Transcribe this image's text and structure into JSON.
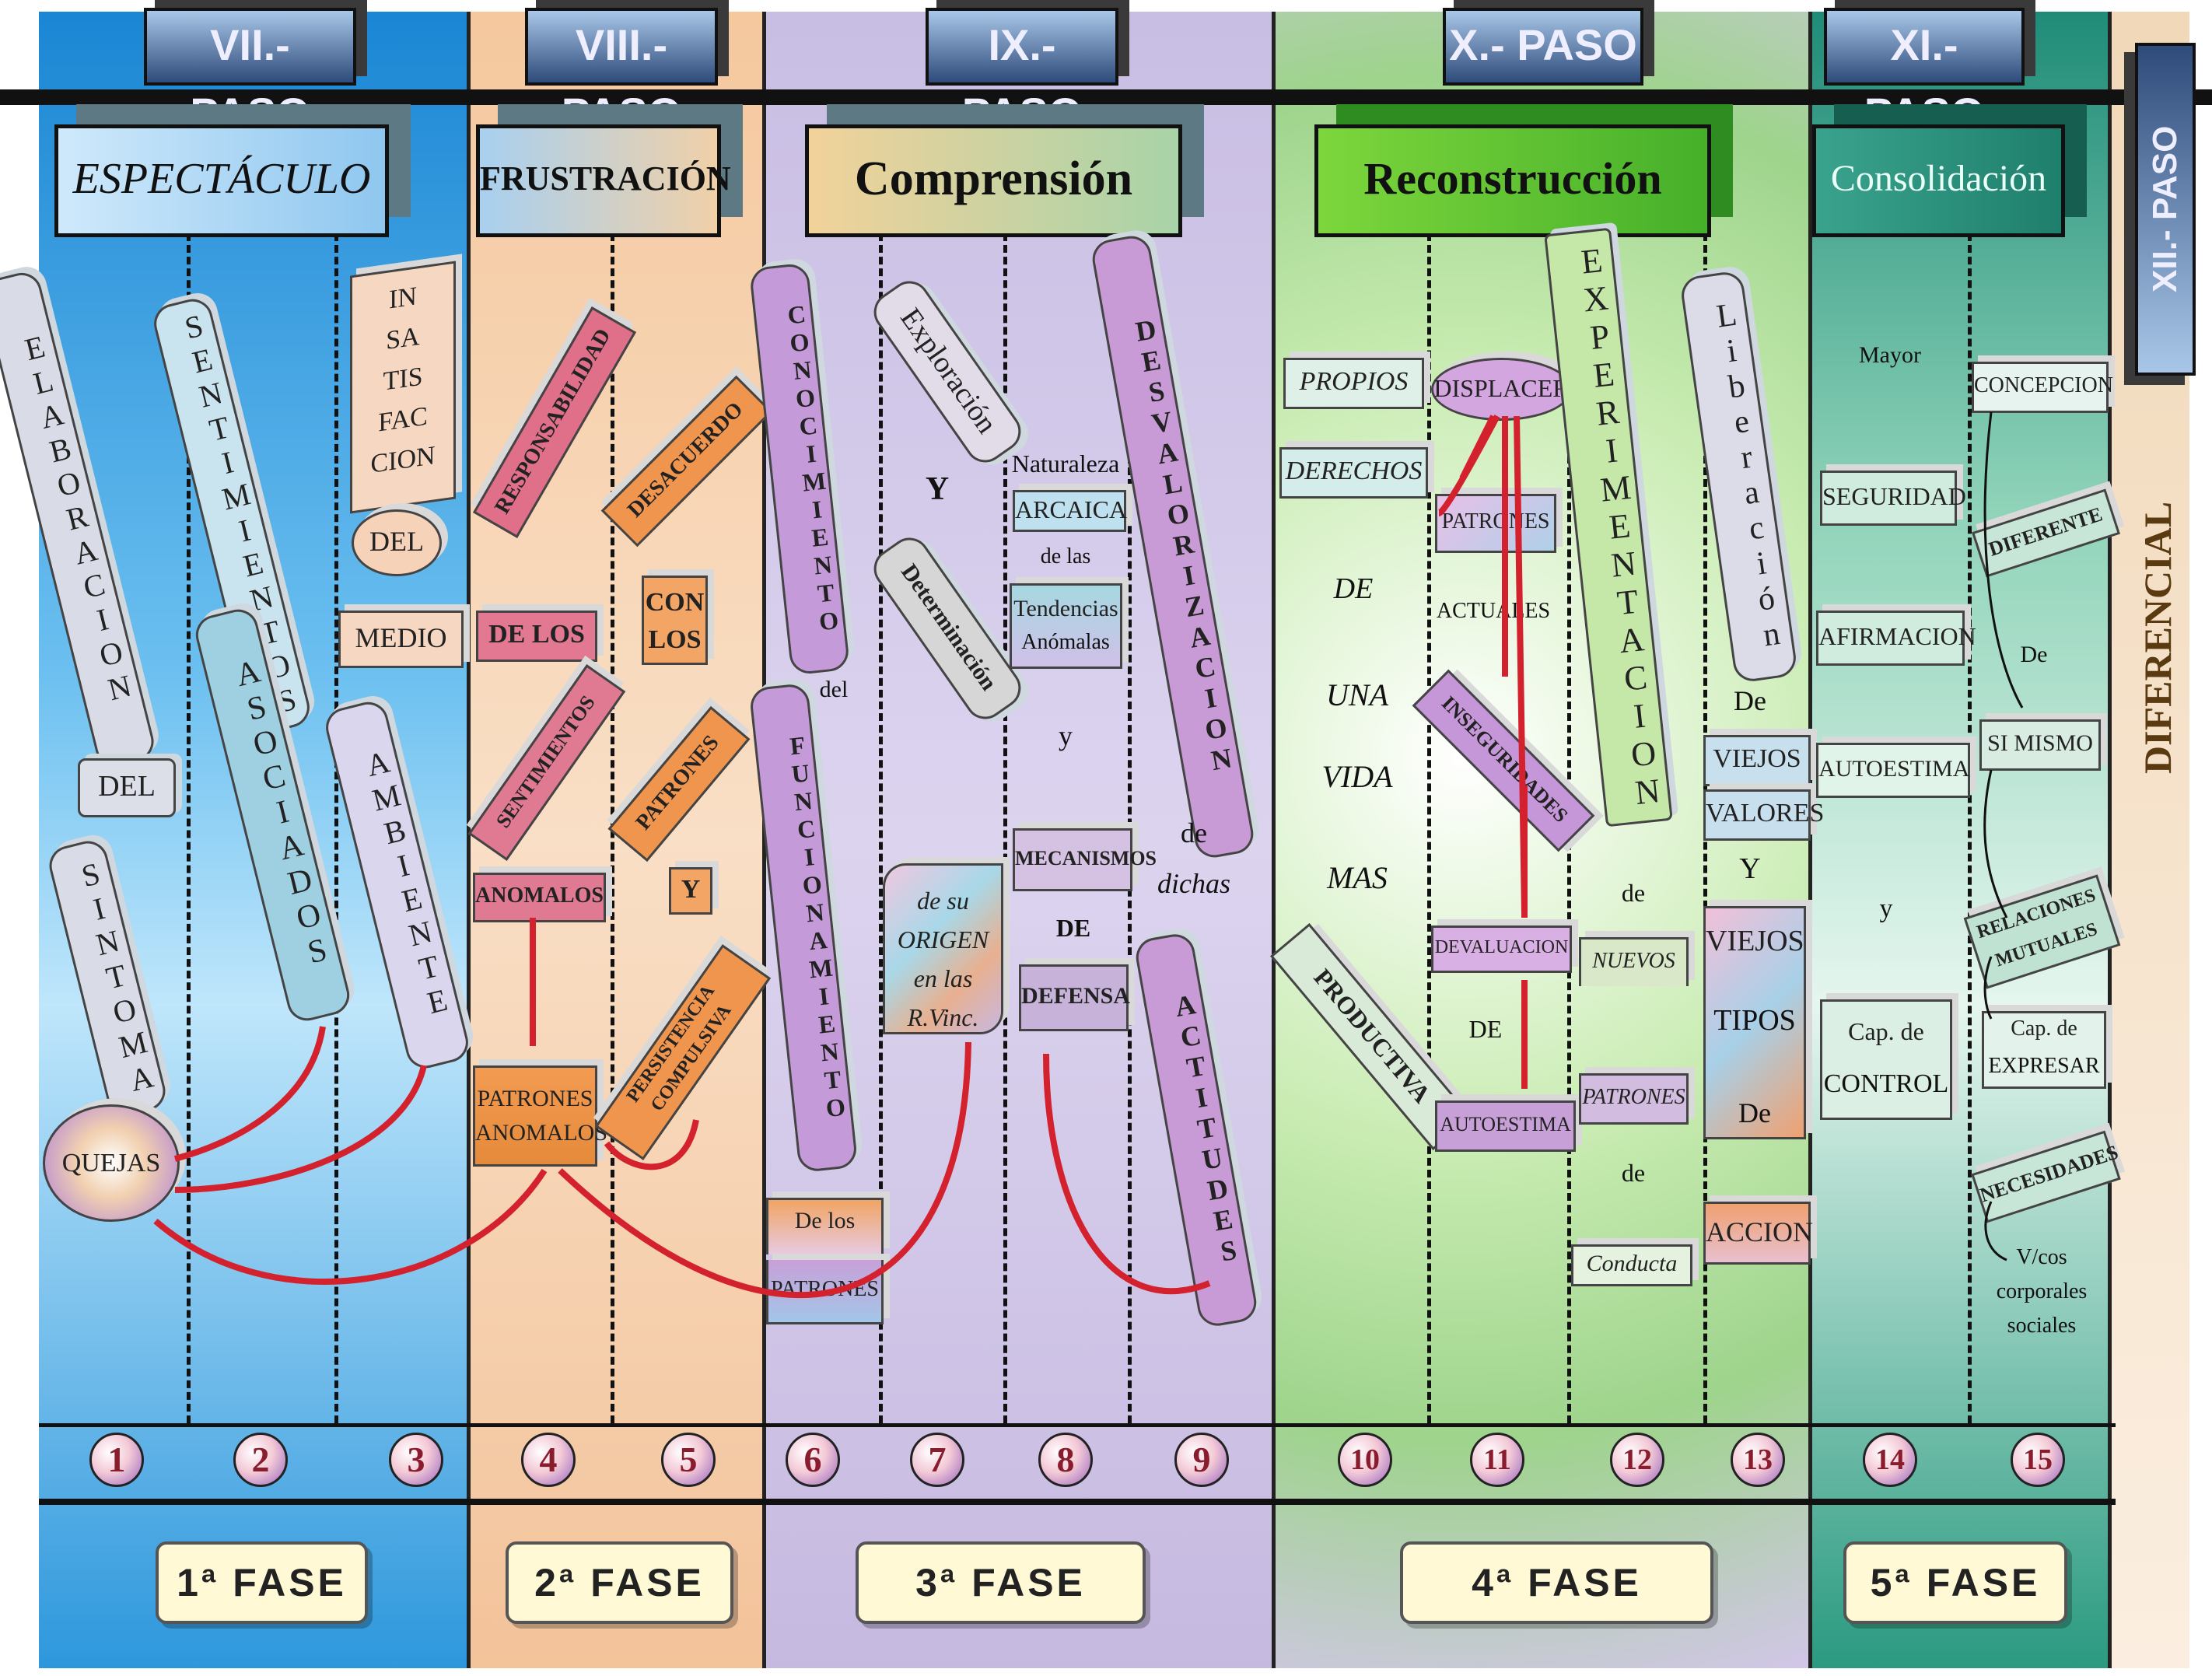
{
  "steps": [
    {
      "paso": "VII.- PASO",
      "stage": "ESPECTÁCULO"
    },
    {
      "paso": "VIII.- PASO",
      "stage": "FRUSTRACIÓN"
    },
    {
      "paso": "IX.- PASO",
      "stage": "Comprensión"
    },
    {
      "paso": "X.- PASO",
      "stage": "Reconstrucción"
    },
    {
      "paso": "XI.- PASO",
      "stage": "Consolidación"
    },
    {
      "paso": "XII.- PASO",
      "stage": "DIFERENCIAL"
    }
  ],
  "phases": [
    "1ª FASE",
    "2ª FASE",
    "3ª FASE",
    "4ª FASE",
    "5ª FASE"
  ],
  "numbers": [
    "1",
    "2",
    "3",
    "4",
    "5",
    "6",
    "7",
    "8",
    "9",
    "10",
    "11",
    "12",
    "13",
    "14",
    "15"
  ],
  "col1": {
    "elaboracion": "ELABORACION",
    "del": "DEL",
    "sintoma": "SINTOMA",
    "quejas": "QUEJAS"
  },
  "col2": {
    "sentimientos": "SENTIMIENTOS",
    "asociados": "ASOCIADOS"
  },
  "col3": {
    "insatisfaccion": "IN SA TIS FAC CION",
    "del": "DEL",
    "medio": "MEDIO",
    "ambiente": "AMBIENTE"
  },
  "col4": {
    "responsabilidad": "RESPONSABILIDAD",
    "de_los": "DE LOS",
    "sentimientos": "SENTIMIENTOS",
    "anomalos": "ANOMALOS",
    "patrones": "PATRONES ANOMALOS"
  },
  "col5": {
    "desacuerdo": "DESACUERDO",
    "con_los": "CON LOS",
    "patrones": "PATRONES",
    "y": "Y",
    "persistencia": "PERSISTENCIA COMPULSIVA"
  },
  "col6": {
    "conocimiento": "CONOCIMIENTO",
    "del": "del",
    "funcionamiento": "FUNCIONAMIENTO",
    "de_los": "De los",
    "patrones": "PATRONES"
  },
  "col7": {
    "exploracion": "Exploración",
    "y": "Y",
    "determinacion": "Determinación",
    "origen": "de su ORIGEN en las R.Vinc."
  },
  "col8": {
    "naturaleza": "Naturaleza",
    "arcaica": "ARCAICA",
    "de_las": "de las",
    "tendencias": "Tendencias",
    "anomalas": "Anómalas",
    "y": "y",
    "mecanismos": "MECANISMOS",
    "de": "DE",
    "defensa": "DEFENSA"
  },
  "col9": {
    "desvalorizacion": "DESVALORIZACION",
    "de": "de",
    "dichas": "dichas",
    "actitudes": "ACTITUDES"
  },
  "col10": {
    "propios": "PROPIOS",
    "derechos": "DERECHOS",
    "de": "DE",
    "una": "UNA",
    "vida": "VIDA",
    "mas": "MAS",
    "productiva": "PRODUCTIVA"
  },
  "col11": {
    "displacer": "DISPLACER",
    "patrones": "PATRONES",
    "actuales": "ACTUALES",
    "inseguridades": "INSEGURIDADES",
    "devaluacion": "DEVALUACION",
    "de": "DE",
    "autoestima": "AUTOESTIMA"
  },
  "col12": {
    "experimentacion": "EXPERIMENTACION",
    "de": "de",
    "nuevos": "NUEVOS",
    "patrones": "PATRONES",
    "de2": "de",
    "conducta": "Conducta"
  },
  "col13": {
    "liberacion": "Liberación",
    "de": "De",
    "viejos": "VIEJOS",
    "valores": "VALORES",
    "y": "Y",
    "viejos2": "VIEJOS",
    "tipos": "TIPOS",
    "de2": "De",
    "accion": "ACCION"
  },
  "col14": {
    "mayor": "Mayor",
    "seguridad": "SEGURIDAD",
    "afirmacion": "AFIRMACION",
    "autoestima": "AUTOESTIMA",
    "y": "y",
    "cap": "Cap. de",
    "control": "CONTROL"
  },
  "col15": {
    "concepcion": "CONCEPCION",
    "diferente": "DIFERENTE",
    "de": "De",
    "si_mismo": "SI MISMO",
    "relaciones": "RELACIONES MUTUALES",
    "cap": "Cap. de",
    "expresar": "EXPRESAR",
    "necesidades": "NECESIDADES",
    "vcs": "V/cos corporales sociales"
  },
  "colors": {
    "blue": "#1e8fd8",
    "peach": "#f6d2b0",
    "lavender": "#cfc4e6",
    "green": "#b9e3a6",
    "teal": "#2a8a7a"
  }
}
